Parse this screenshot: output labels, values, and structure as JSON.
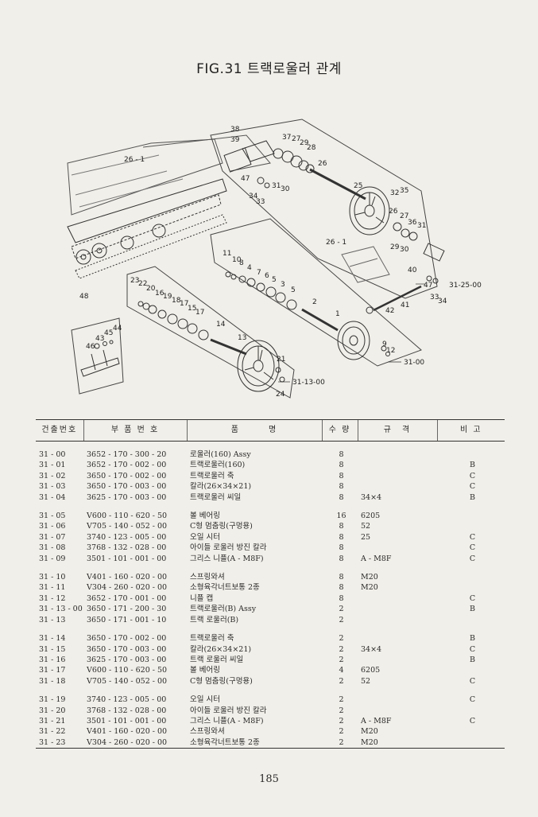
{
  "figure_title": "FIG.31 트랙로울러 관계",
  "page_number": "185",
  "table": {
    "headers": [
      "건출번호",
      "부 품 번 호",
      "품　　　명",
      "수 량",
      "규　격",
      "비 고"
    ],
    "groups": [
      [
        {
          "ref": "31 - 00",
          "part": "3652 - 170 - 300 - 20",
          "name": "로울러(160) Assy",
          "qty": "8",
          "spec": "",
          "note": ""
        },
        {
          "ref": "31 - 01",
          "part": "3652 - 170 - 002 - 00",
          "name": "트랙로울러(160)",
          "qty": "8",
          "spec": "",
          "note": "B"
        },
        {
          "ref": "31 - 02",
          "part": "3650 - 170 - 002 - 00",
          "name": "트랙로울러 축",
          "qty": "8",
          "spec": "",
          "note": "C"
        },
        {
          "ref": "31 - 03",
          "part": "3650 - 170 - 003 - 00",
          "name": "칼라(26×34×21)",
          "qty": "8",
          "spec": "",
          "note": "C"
        },
        {
          "ref": "31 - 04",
          "part": "3625 - 170 - 003 - 00",
          "name": "트랙로울러 씨일",
          "qty": "8",
          "spec": "34×4",
          "note": "B"
        }
      ],
      [
        {
          "ref": "31 - 05",
          "part": "V600 - 110 - 620 - 50",
          "name": "볼 베어링",
          "qty": "16",
          "spec": "6205",
          "note": ""
        },
        {
          "ref": "31 - 06",
          "part": "V705 - 140 - 052 - 00",
          "name": "C형 멈춤링(구멍용)",
          "qty": "8",
          "spec": "52",
          "note": ""
        },
        {
          "ref": "31 - 07",
          "part": "3740 - 123 - 005 - 00",
          "name": "오일 시터",
          "qty": "8",
          "spec": "25",
          "note": "C"
        },
        {
          "ref": "31 - 08",
          "part": "3768 - 132 - 028 - 00",
          "name": "아이들 로울러 방진 칼라",
          "qty": "8",
          "spec": "",
          "note": "C"
        },
        {
          "ref": "31 - 09",
          "part": "3501 - 101 - 001 - 00",
          "name": "그리스 니플(A - M8F)",
          "qty": "8",
          "spec": "A - M8F",
          "note": "C"
        }
      ],
      [
        {
          "ref": "31 - 10",
          "part": "V401 - 160 - 020 - 00",
          "name": "스프링와셔",
          "qty": "8",
          "spec": "M20",
          "note": ""
        },
        {
          "ref": "31 - 11",
          "part": "V304 - 260 - 020 - 00",
          "name": "소형육각너트보통 2종",
          "qty": "8",
          "spec": "M20",
          "note": ""
        },
        {
          "ref": "31 - 12",
          "part": "3652 - 170 - 001 - 00",
          "name": "니플 캡",
          "qty": "8",
          "spec": "",
          "note": "C"
        },
        {
          "ref": "31 - 13 - 00",
          "part": "3650 - 171 - 200 - 30",
          "name": "트랙로울러(B) Assy",
          "qty": "2",
          "spec": "",
          "note": "B"
        },
        {
          "ref": "31 - 13",
          "part": "3650 - 171 - 001 - 10",
          "name": "트랙 로울러(B)",
          "qty": "2",
          "spec": "",
          "note": ""
        }
      ],
      [
        {
          "ref": "31 - 14",
          "part": "3650 - 170 - 002 - 00",
          "name": "트랙로울러 축",
          "qty": "2",
          "spec": "",
          "note": "B"
        },
        {
          "ref": "31 - 15",
          "part": "3650 - 170 - 003 - 00",
          "name": "칼라(26×34×21)",
          "qty": "2",
          "spec": "34×4",
          "note": "C"
        },
        {
          "ref": "31 - 16",
          "part": "3625 - 170 - 003 - 00",
          "name": "트랙 로울러 씨일",
          "qty": "2",
          "spec": "",
          "note": "B"
        },
        {
          "ref": "31 - 17",
          "part": "V600 - 110 - 620 - 50",
          "name": "볼 베어링",
          "qty": "4",
          "spec": "6205",
          "note": ""
        },
        {
          "ref": "31 - 18",
          "part": "V705 - 140 - 052 - 00",
          "name": "C형 멈춤링(구멍용)",
          "qty": "2",
          "spec": "52",
          "note": "C"
        }
      ],
      [
        {
          "ref": "31 - 19",
          "part": "3740 - 123 - 005 - 00",
          "name": "오일 시터",
          "qty": "2",
          "spec": "",
          "note": "C"
        },
        {
          "ref": "31 - 20",
          "part": "3768 - 132 - 028 - 00",
          "name": "아이들 로울러 방진 칼라",
          "qty": "2",
          "spec": "",
          "note": ""
        },
        {
          "ref": "31 - 21",
          "part": "3501 - 101 - 001 - 00",
          "name": "그리스 니플(A - M8F)",
          "qty": "2",
          "spec": "A - M8F",
          "note": "C"
        },
        {
          "ref": "31 - 22",
          "part": "V401 - 160 - 020 - 00",
          "name": "스프링와셔",
          "qty": "2",
          "spec": "M20",
          "note": ""
        },
        {
          "ref": "31 - 23",
          "part": "V304 - 260 - 020 - 00",
          "name": "소형육각너트보통 2종",
          "qty": "2",
          "spec": "M20",
          "note": ""
        }
      ]
    ]
  },
  "diagram_labels": [
    {
      "id": "l38",
      "text": "38"
    },
    {
      "id": "l39",
      "text": "39"
    },
    {
      "id": "l37",
      "text": "37"
    },
    {
      "id": "l27a",
      "text": "27"
    },
    {
      "id": "l29a",
      "text": "29"
    },
    {
      "id": "l28a",
      "text": "28"
    },
    {
      "id": "l26a",
      "text": "26"
    },
    {
      "id": "l26-1a",
      "text": "26 - 1"
    },
    {
      "id": "l47a",
      "text": "47"
    },
    {
      "id": "l31a",
      "text": "31"
    },
    {
      "id": "l30a",
      "text": "30"
    },
    {
      "id": "l34a",
      "text": "34"
    },
    {
      "id": "l33a",
      "text": "33"
    },
    {
      "id": "l25",
      "text": "25"
    },
    {
      "id": "l32",
      "text": "32"
    },
    {
      "id": "l35",
      "text": "35"
    },
    {
      "id": "l26b",
      "text": "26"
    },
    {
      "id": "l27b",
      "text": "27"
    },
    {
      "id": "l36",
      "text": "36"
    },
    {
      "id": "l31b",
      "text": "31"
    },
    {
      "id": "l29b",
      "text": "29"
    },
    {
      "id": "l30b",
      "text": "30"
    },
    {
      "id": "l26-1b",
      "text": "26 - 1"
    },
    {
      "id": "l40",
      "text": "40"
    },
    {
      "id": "l47b",
      "text": "47"
    },
    {
      "id": "l33b",
      "text": "33"
    },
    {
      "id": "l34b",
      "text": "34"
    },
    {
      "id": "l31-25",
      "text": "31-25-00"
    },
    {
      "id": "l41",
      "text": "41"
    },
    {
      "id": "l42",
      "text": "42"
    },
    {
      "id": "l11",
      "text": "11"
    },
    {
      "id": "l10",
      "text": "10"
    },
    {
      "id": "l8",
      "text": "8"
    },
    {
      "id": "l4",
      "text": "4"
    },
    {
      "id": "l7",
      "text": "7"
    },
    {
      "id": "l6",
      "text": "6"
    },
    {
      "id": "l5a",
      "text": "5"
    },
    {
      "id": "l3",
      "text": "3"
    },
    {
      "id": "l5b",
      "text": "5"
    },
    {
      "id": "l2",
      "text": "2"
    },
    {
      "id": "l1",
      "text": "1"
    },
    {
      "id": "l9",
      "text": "9"
    },
    {
      "id": "l12",
      "text": "12"
    },
    {
      "id": "l31-00",
      "text": "31-00"
    },
    {
      "id": "l48",
      "text": "48"
    },
    {
      "id": "l23",
      "text": "23"
    },
    {
      "id": "l22",
      "text": "22"
    },
    {
      "id": "l20",
      "text": "20"
    },
    {
      "id": "l16",
      "text": "16"
    },
    {
      "id": "l19",
      "text": "19"
    },
    {
      "id": "l18",
      "text": "18"
    },
    {
      "id": "l17a",
      "text": "17"
    },
    {
      "id": "l15",
      "text": "15"
    },
    {
      "id": "l17b",
      "text": "17"
    },
    {
      "id": "l14",
      "text": "14"
    },
    {
      "id": "l13",
      "text": "13"
    },
    {
      "id": "l21",
      "text": "21"
    },
    {
      "id": "l31-13",
      "text": "31-13-00"
    },
    {
      "id": "l24",
      "text": "24"
    },
    {
      "id": "l44",
      "text": "44"
    },
    {
      "id": "l45",
      "text": "45"
    },
    {
      "id": "l43",
      "text": "43"
    },
    {
      "id": "l46",
      "text": "46"
    }
  ]
}
